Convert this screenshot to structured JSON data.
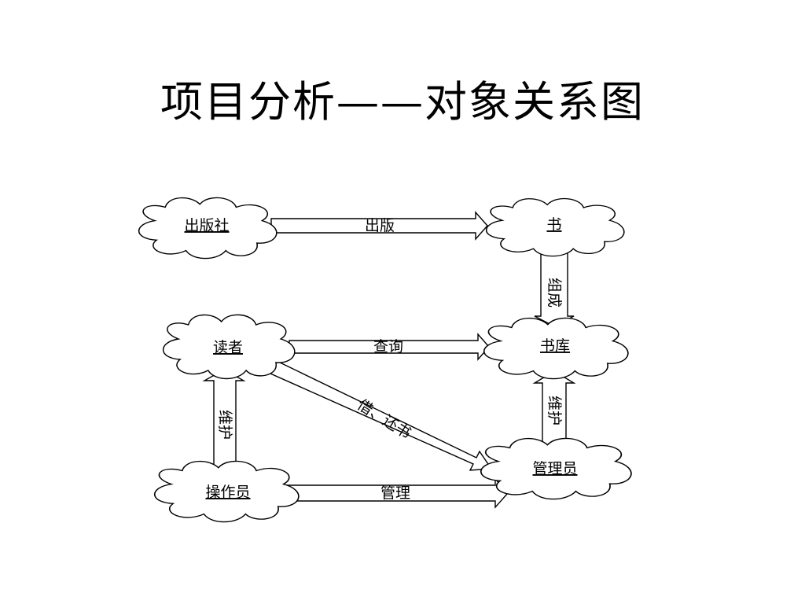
{
  "title": "项目分析——对象关系图",
  "nodes": {
    "publisher": "出版社",
    "book": "书",
    "reader": "读者",
    "library": "书库",
    "operator": "操作员",
    "manager": "管理员"
  },
  "edges": {
    "publish": "出版",
    "book_to_library": "组成",
    "query": "查询",
    "borrow_return": "借、还书",
    "maintain_library": "维护",
    "maintain_reader": "维护",
    "manage": "管理"
  }
}
